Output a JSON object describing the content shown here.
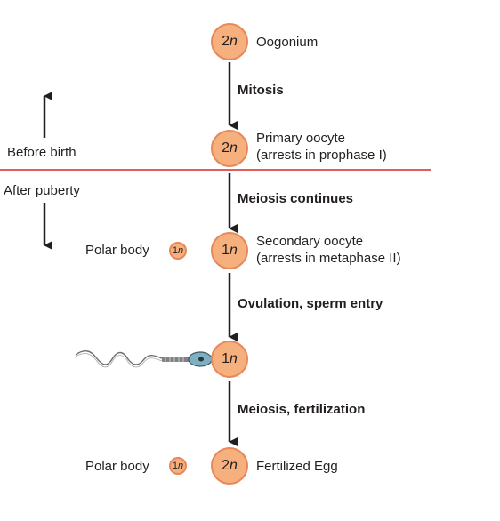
{
  "stages": [
    {
      "ploidy_num": "2",
      "ploidy_n": "n",
      "label_line1": "Oogonium",
      "label_line2": ""
    },
    {
      "ploidy_num": "2",
      "ploidy_n": "n",
      "label_line1": "Primary oocyte",
      "label_line2": "(arrests in prophase I)"
    },
    {
      "ploidy_num": "1",
      "ploidy_n": "n",
      "label_line1": "Secondary oocyte",
      "label_line2": "(arrests in metaphase II)"
    },
    {
      "ploidy_num": "1",
      "ploidy_n": "n",
      "label_line1": "",
      "label_line2": ""
    },
    {
      "ploidy_num": "2",
      "ploidy_n": "n",
      "label_line1": "Fertilized Egg",
      "label_line2": ""
    }
  ],
  "steps": [
    "Mitosis",
    "Meiosis continues",
    "Ovulation, sperm entry",
    "Meiosis, fertilization"
  ],
  "timeline": {
    "before": "Before birth",
    "after": "After puberty"
  },
  "polar_bodies": [
    {
      "label": "Polar body",
      "ploidy_num": "1",
      "ploidy_n": "n"
    },
    {
      "label": "Polar body",
      "ploidy_num": "1",
      "ploidy_n": "n"
    }
  ],
  "colors": {
    "cell_fill": "#f5b07e",
    "cell_border": "#e8875a",
    "divider": "#d9252a",
    "arrow": "#231f20"
  }
}
